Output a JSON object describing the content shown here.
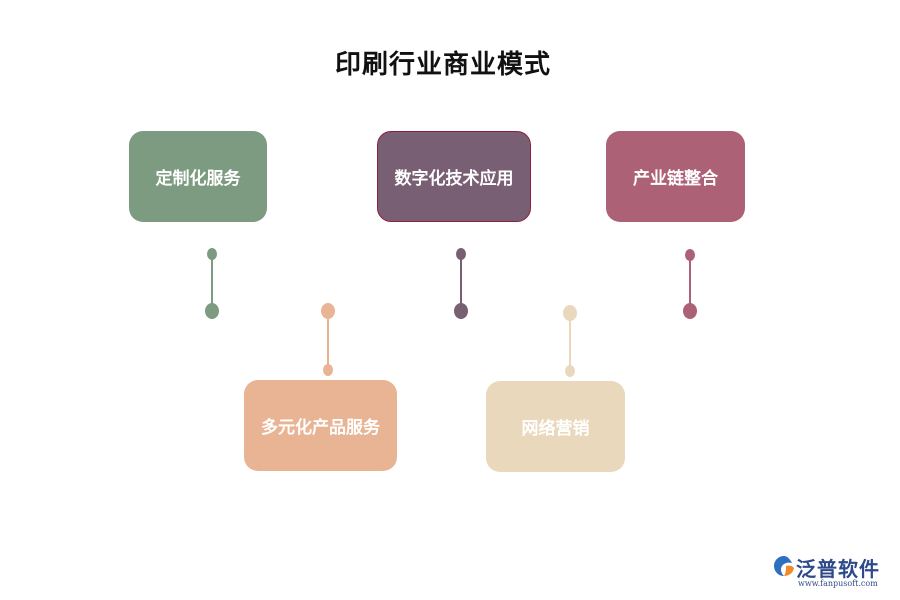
{
  "title": "印刷行业商业模式",
  "colors": {
    "timeline_start": "#22c870",
    "timeline_end": "#e8b48e",
    "card_1": "#7d9b81",
    "card_2": "#795f74",
    "card_3": "#ad6177",
    "card_4": "#e8b494",
    "card_5": "#ead8bc"
  },
  "nodes": [
    {
      "label": "定制化服务",
      "position": "above"
    },
    {
      "label": "数字化技术应用",
      "position": "above"
    },
    {
      "label": "产业链整合",
      "position": "above"
    },
    {
      "label": "多元化产品服务",
      "position": "below"
    },
    {
      "label": "网络营销",
      "position": "below"
    }
  ],
  "logo": {
    "name": "泛普软件",
    "url": "www.fanpusoft.com",
    "icon": "fanpu-logo-icon"
  }
}
